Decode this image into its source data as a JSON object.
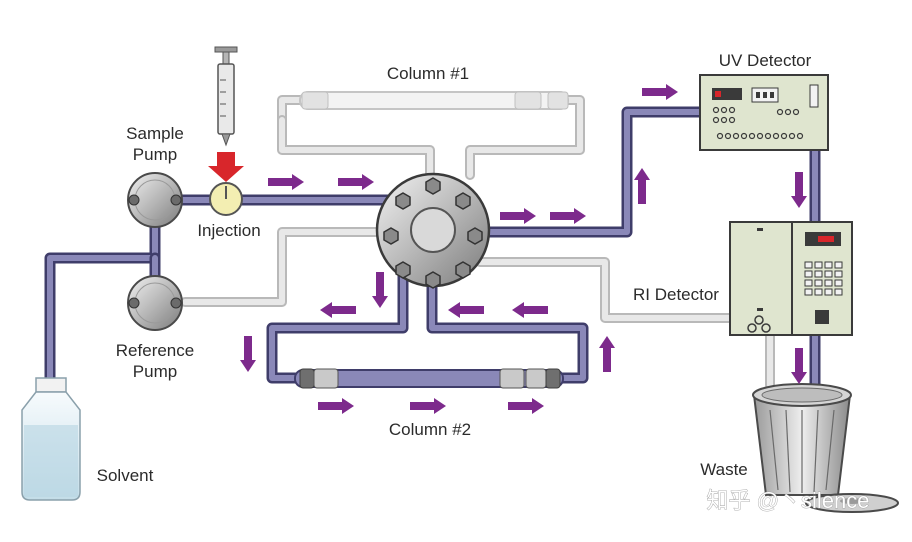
{
  "labels": {
    "sample_pump": [
      "Sample",
      "Pump"
    ],
    "reference_pump": [
      "Reference",
      "Pump"
    ],
    "injection": "Injection",
    "column1": "Column #1",
    "column2": "Column #2",
    "uv_detector": "UV Detector",
    "ri_detector": "RI Detector",
    "solvent": "Solvent",
    "waste": "Waste"
  },
  "watermark": "知乎 @丶silence",
  "colors": {
    "active_tube": "#8a88b8",
    "active_tube_dark": "#3f3d6a",
    "inactive_tube": "#e4e4e4",
    "inactive_tube_edge": "#b9b9b9",
    "flow_arrow": "#7d2a8c",
    "injection_arrow": "#d8262b",
    "detector_body": "#dfe5cf",
    "injection_port": "#f3eeb2"
  }
}
